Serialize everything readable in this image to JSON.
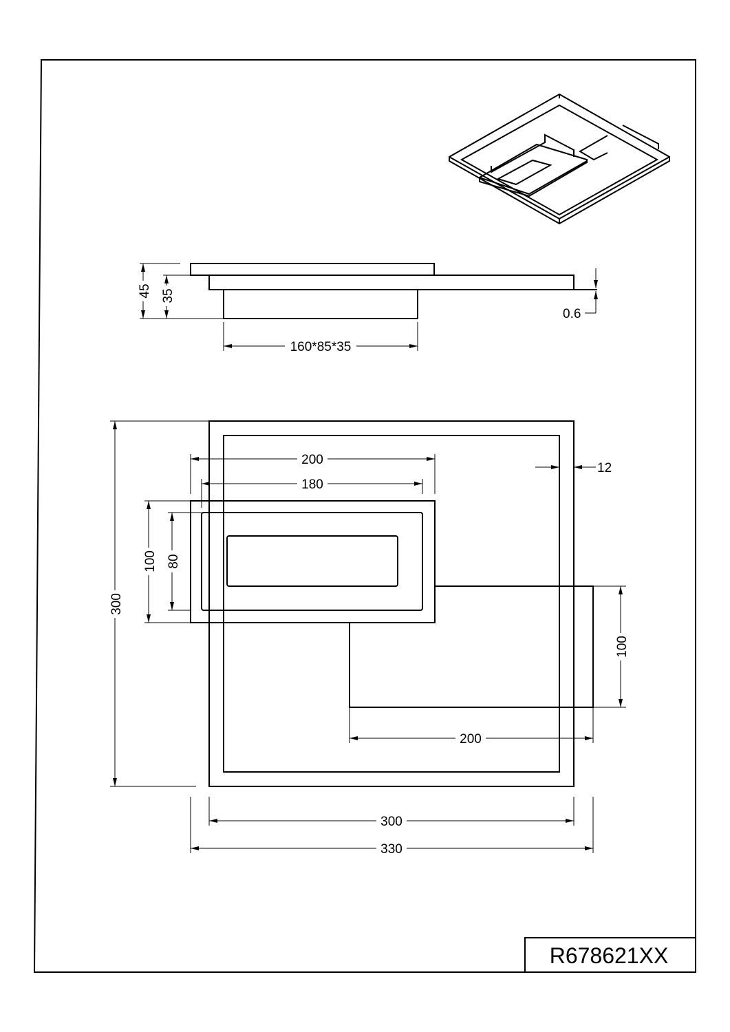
{
  "drawing": {
    "part_number": "R678621XX",
    "side_view": {
      "height_total": "45",
      "height_body": "35",
      "thickness": "0.6",
      "driver_box": "160*85*35"
    },
    "plan_view": {
      "height_total": "300",
      "panel_width_outer": "200",
      "panel_width_inner": "180",
      "frame_width": "12",
      "panel_height_outer": "100",
      "panel_height_inner": "80",
      "box_height": "100",
      "box_width": "200",
      "frame_width_total": "300",
      "overall_width": "330"
    }
  }
}
